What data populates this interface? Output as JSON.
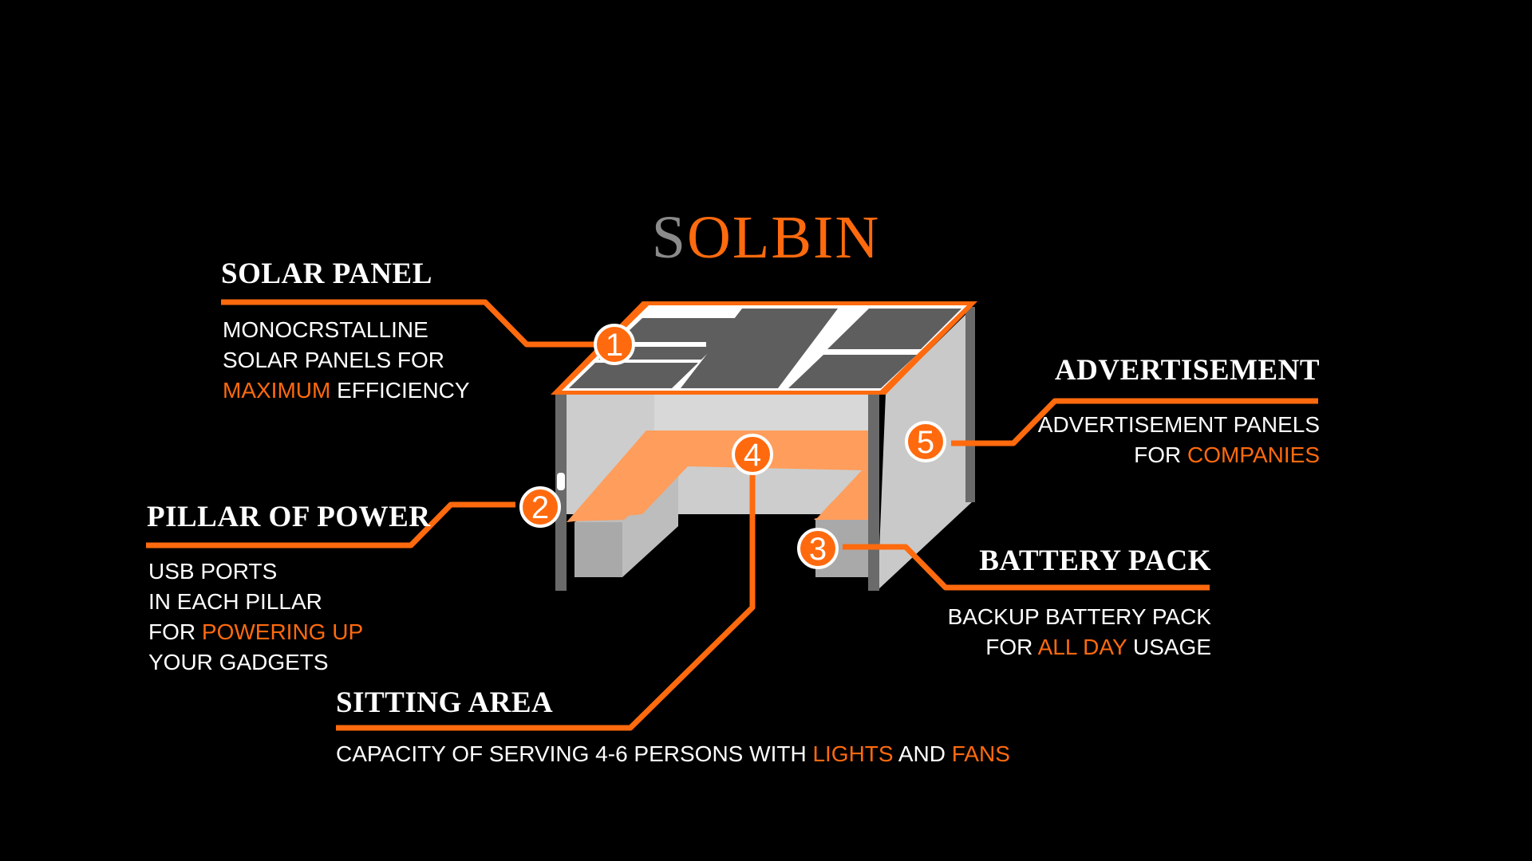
{
  "title": {
    "first_letter": "S",
    "rest": "OLBIN"
  },
  "colors": {
    "accent": "#ff6a0e",
    "background": "#000000",
    "body_gray": "#cfcfcf",
    "panel_dark": "#5e5e5e",
    "seat_orange": "#ff9d5c"
  },
  "badges": [
    "1",
    "2",
    "3",
    "4",
    "5"
  ],
  "sections": {
    "solar_panel": {
      "heading": "SOLAR PANEL",
      "lines": [
        {
          "parts": [
            {
              "text": "MONOCRSTALLINE",
              "hl": false
            }
          ]
        },
        {
          "parts": [
            {
              "text": "SOLAR PANELS FOR",
              "hl": false
            }
          ]
        },
        {
          "parts": [
            {
              "text": "MAXIMUM",
              "hl": true
            },
            {
              "text": " EFFICIENCY",
              "hl": false
            }
          ]
        }
      ]
    },
    "pillar_of_power": {
      "heading": "PILLAR OF POWER",
      "lines": [
        {
          "parts": [
            {
              "text": "USB PORTS",
              "hl": false
            }
          ]
        },
        {
          "parts": [
            {
              "text": "IN EACH PILLAR",
              "hl": false
            }
          ]
        },
        {
          "parts": [
            {
              "text": "FOR ",
              "hl": false
            },
            {
              "text": "POWERING UP",
              "hl": true
            }
          ]
        },
        {
          "parts": [
            {
              "text": "YOUR GADGETS",
              "hl": false
            }
          ]
        }
      ]
    },
    "sitting_area": {
      "heading": "SITTING AREA",
      "lines": [
        {
          "parts": [
            {
              "text": "CAPACITY OF SERVING 4-6 PERSONS WITH ",
              "hl": false
            },
            {
              "text": "LIGHTS",
              "hl": true
            },
            {
              "text": " AND ",
              "hl": false
            },
            {
              "text": "FANS",
              "hl": true
            }
          ]
        }
      ]
    },
    "advertisement": {
      "heading": "ADVERTISEMENT",
      "lines": [
        {
          "parts": [
            {
              "text": "ADVERTISEMENT PANELS",
              "hl": false
            }
          ]
        },
        {
          "parts": [
            {
              "text": "FOR ",
              "hl": false
            },
            {
              "text": "COMPANIES",
              "hl": true
            }
          ]
        }
      ]
    },
    "battery_pack": {
      "heading": "BATTERY PACK",
      "lines": [
        {
          "parts": [
            {
              "text": "BACKUP BATTERY PACK",
              "hl": false
            }
          ]
        },
        {
          "parts": [
            {
              "text": "FOR ",
              "hl": false
            },
            {
              "text": "ALL DAY",
              "hl": true
            },
            {
              "text": " USAGE",
              "hl": false
            }
          ]
        }
      ]
    }
  }
}
